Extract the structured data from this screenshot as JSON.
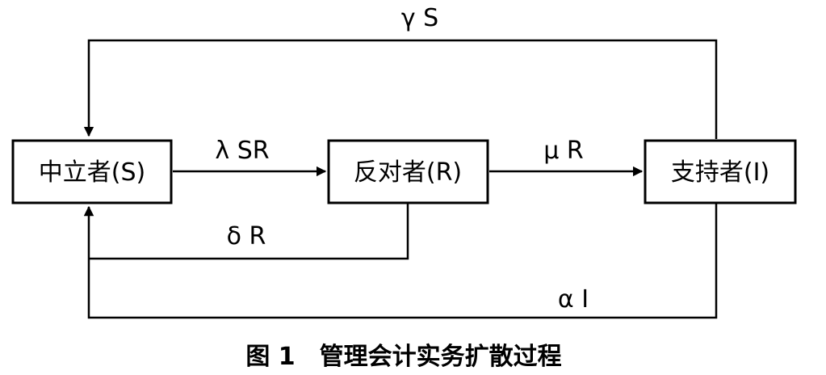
{
  "diagram": {
    "nodes": {
      "neutral": {
        "label": "中立者(S)"
      },
      "opponent": {
        "label": "反对者(R)"
      },
      "supporter": {
        "label": "支持者(I)"
      }
    },
    "edges": {
      "neutral_to_opponent": {
        "from": "neutral",
        "to": "opponent",
        "label": "λ SR"
      },
      "opponent_to_supporter": {
        "from": "opponent",
        "to": "supporter",
        "label": "μ R"
      },
      "supporter_to_neutral_top": {
        "from": "supporter",
        "to": "neutral",
        "label": "γ S"
      },
      "opponent_to_neutral": {
        "from": "opponent",
        "to": "neutral",
        "label": "δ R"
      },
      "supporter_to_neutral_bottom": {
        "from": "supporter",
        "to": "neutral",
        "label": "α I"
      }
    },
    "caption": "图 1　管理会计实务扩散过程"
  }
}
